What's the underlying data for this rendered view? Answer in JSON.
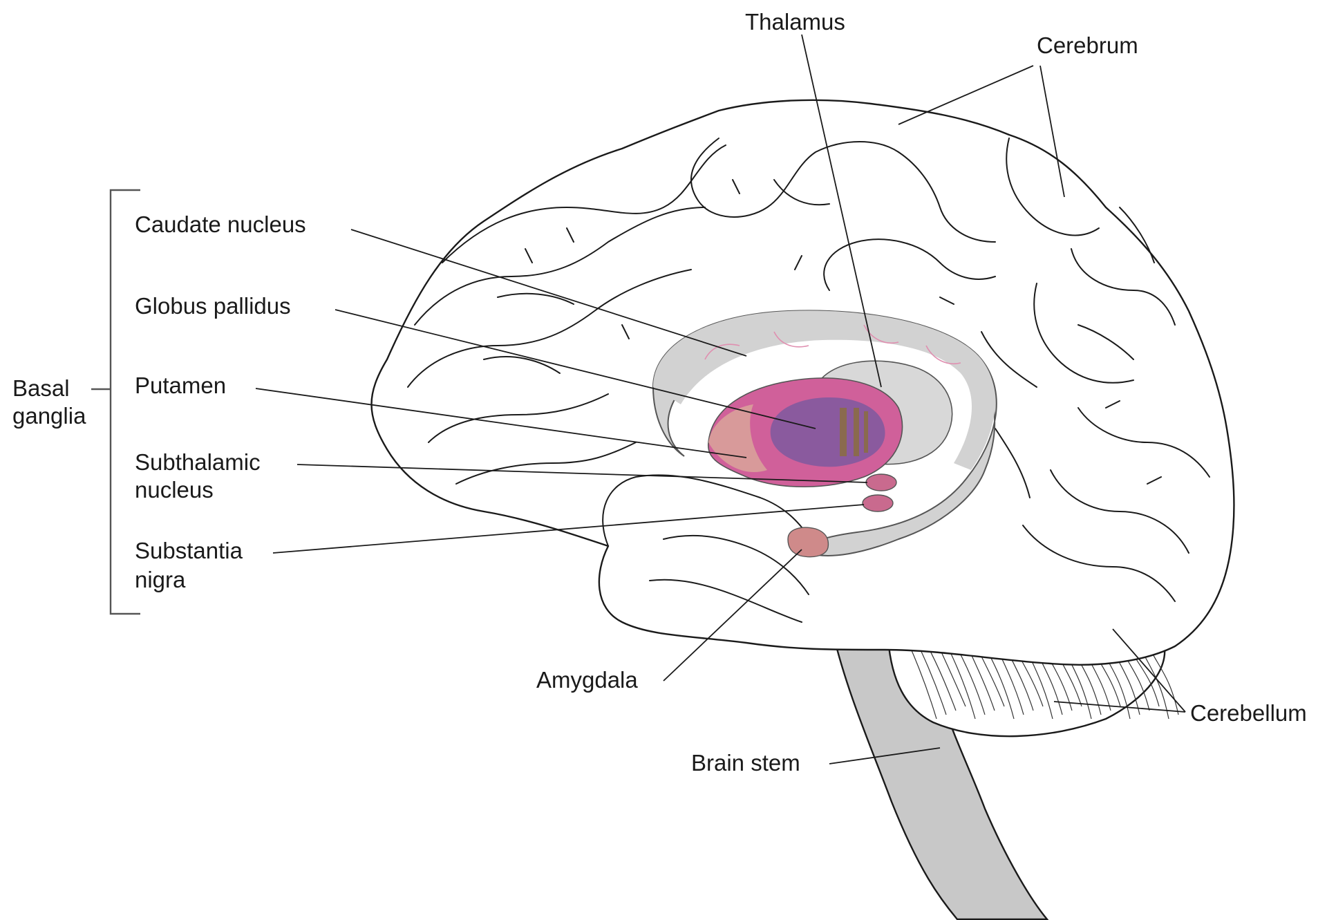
{
  "labels": {
    "thalamus": "Thalamus",
    "cerebrum": "Cerebrum",
    "caudate_nucleus": "Caudate nucleus",
    "globus_pallidus": "Globus pallidus",
    "putamen": "Putamen",
    "subthalamic_nucleus": [
      "Subthalamic",
      "nucleus"
    ],
    "substantia_nigra": [
      "Substantia",
      "nigra"
    ],
    "basal_ganglia": [
      "Basal",
      "ganglia"
    ],
    "amygdala": "Amygdala",
    "cerebellum": "Cerebellum",
    "brain_stem": "Brain stem"
  },
  "colors": {
    "caudate": "#d2d2d2",
    "putamen": "#d0609a",
    "globus_pallidus": "#8a5a9e",
    "subthalamic_nucleus": "#c96a8e",
    "substantia_nigra": "#c96a8e",
    "amygdala": "#cf8a8a",
    "brain_stem": "#c8c8c8",
    "outline": "#1a1a1a"
  }
}
